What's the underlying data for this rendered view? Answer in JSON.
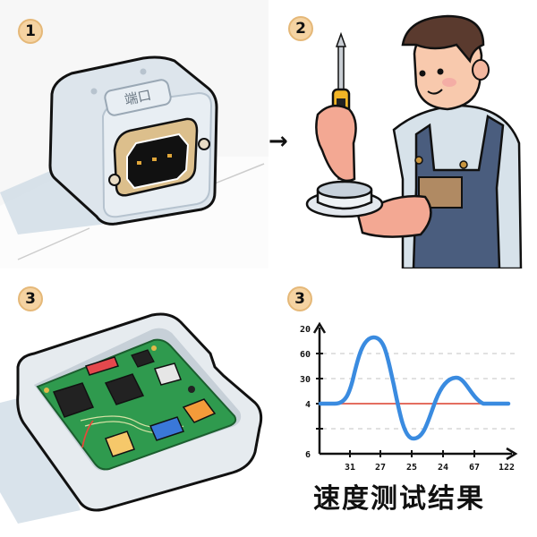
{
  "steps": [
    {
      "number": "1",
      "label": "端口",
      "description": "connector port module"
    },
    {
      "number": "2",
      "description": "technician with screwdriver"
    },
    {
      "number": "3",
      "description": "opened case with circuit board"
    },
    {
      "number": "3",
      "description": "speed test chart"
    }
  ],
  "arrows": [
    "→",
    "→"
  ],
  "port_label": "端口",
  "chart_title": "速度测试结果",
  "colors": {
    "badge_fill": "#f5d3a2",
    "badge_border": "#e5b878",
    "curve": "#3a8be0",
    "baseline": "#e05a4a",
    "pcb": "#2f9a4e",
    "case": "#dfe6ec",
    "overalls": "#4a5d7e",
    "shirt": "#d7e2ea",
    "hair": "#5a3a2e",
    "screwdriver_handle": "#f2b526"
  },
  "chart_data": {
    "type": "line",
    "title": "速度测试结果",
    "xlabel": "",
    "ylabel": "",
    "x_tick_labels": [
      "31",
      "27",
      "25",
      "24",
      "67",
      "122"
    ],
    "y_tick_labels": [
      "20",
      "60",
      "30",
      "4",
      "",
      "6"
    ],
    "grid": "dashed horizontal",
    "series": [
      {
        "name": "speed",
        "color": "#3a8be0",
        "points_desc": "flat at 4, rises to peak above 60 near x=27, dips below lower gridline near x=25, rises to ~30 near between 24 and 67, returns to 4",
        "x_rel": [
          0.0,
          0.12,
          0.22,
          0.28,
          0.36,
          0.43,
          0.5,
          0.6,
          0.68,
          0.76,
          0.82,
          1.0
        ],
        "y_level": [
          4,
          4,
          25,
          80,
          30,
          4,
          -20,
          4,
          30,
          12,
          4,
          4
        ]
      },
      {
        "name": "baseline",
        "color": "#e05a4a",
        "value": 4
      }
    ]
  }
}
